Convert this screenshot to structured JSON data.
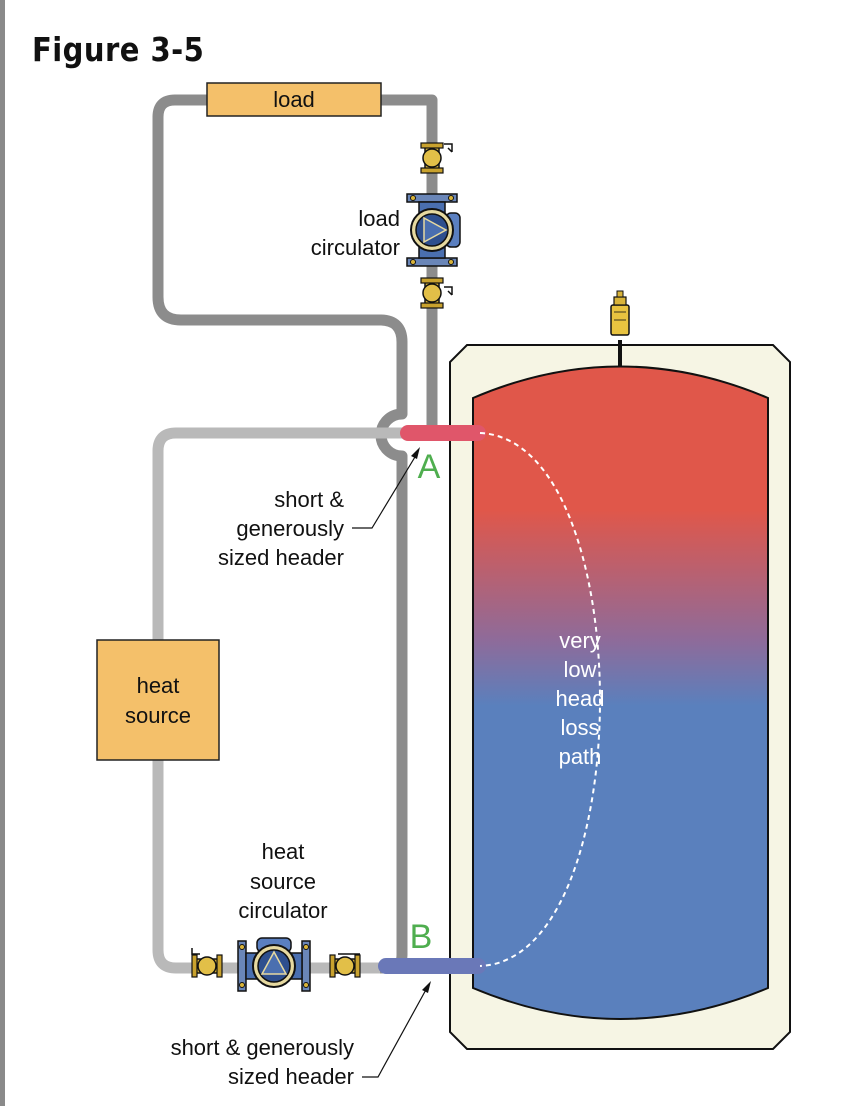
{
  "figure": {
    "title": "Figure 3-5"
  },
  "components": {
    "load": "load",
    "heat_source": [
      "heat",
      "source"
    ],
    "load_circulator": [
      "load",
      "circulator"
    ],
    "heat_source_circulator": [
      "heat",
      "source",
      "circulator"
    ]
  },
  "annotations": {
    "header_top": [
      "short &",
      "generously",
      "sized header"
    ],
    "header_bottom": [
      "short & generously",
      "sized header"
    ],
    "tank_path": [
      "very",
      "low",
      "head",
      "loss",
      "path"
    ]
  },
  "points": {
    "a": "A",
    "b": "B"
  },
  "colors": {
    "pipe_dark": "#8c8c8c",
    "pipe_light": "#b9b9b9",
    "box_fill": "#f4c06a",
    "tank_hot": "#e0574a",
    "tank_cold": "#5a80bd",
    "jacket": "#f6f5e4",
    "header_hot": "#e0566a",
    "header_cold": "#6a78b8",
    "point_label": "#4fae4f",
    "brass": "#d9b43a",
    "pump_blue": "#4a6fb0"
  }
}
